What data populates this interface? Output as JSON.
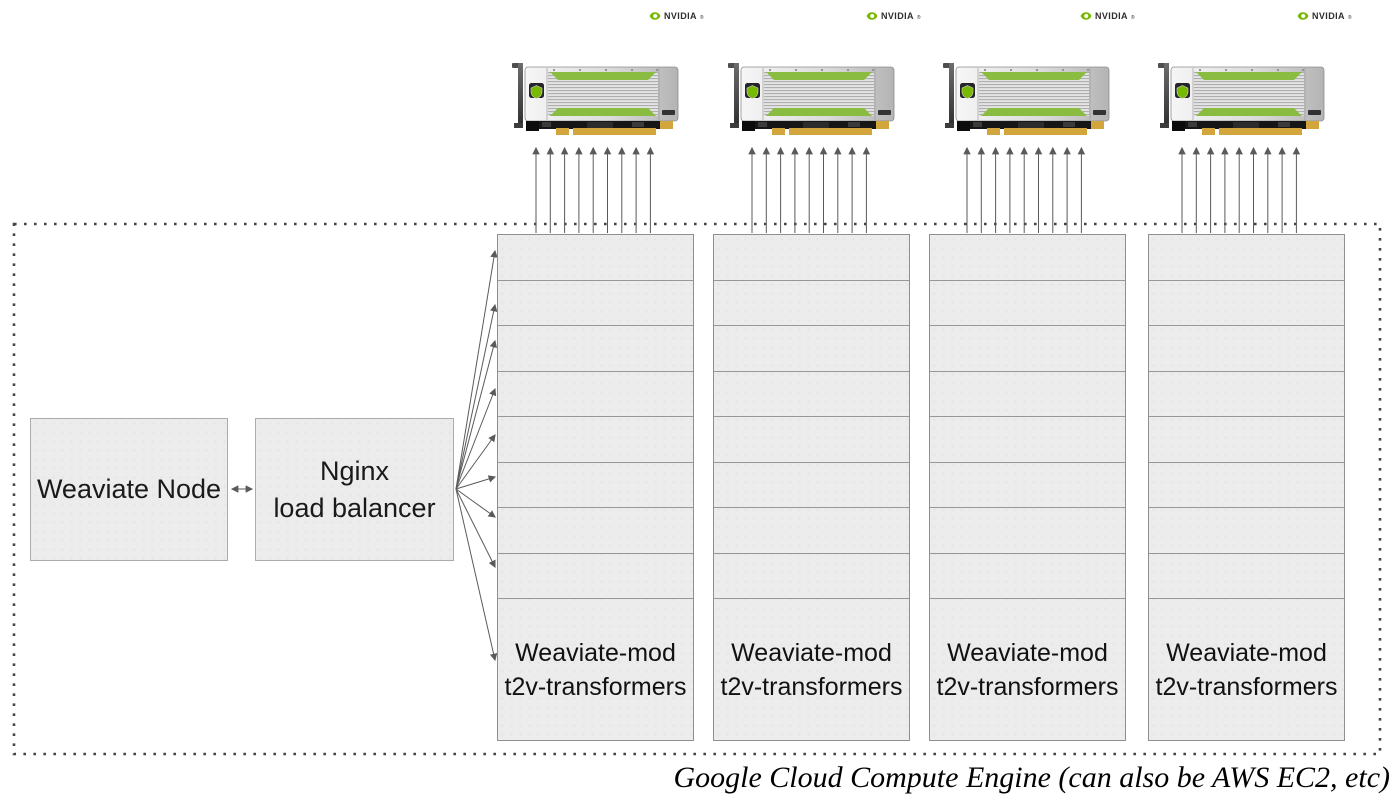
{
  "diagram": {
    "caption": "Google Cloud Compute Engine (can also be AWS EC2, etc)",
    "weaviate_node": {
      "label": "Weaviate Node"
    },
    "load_balancer": {
      "label_line1": "Nginx",
      "label_line2": "load balancer"
    },
    "transformer_columns": [
      {
        "label_line1": "Weaviate-mod",
        "label_line2": "t2v-transformers",
        "replica_cells": 8
      },
      {
        "label_line1": "Weaviate-mod",
        "label_line2": "t2v-transformers",
        "replica_cells": 8
      },
      {
        "label_line1": "Weaviate-mod",
        "label_line2": "t2v-transformers",
        "replica_cells": 8
      },
      {
        "label_line1": "Weaviate-mod",
        "label_line2": "t2v-transformers",
        "replica_cells": 8
      }
    ],
    "gpus": [
      {
        "brand": "NVIDIA"
      },
      {
        "brand": "NVIDIA"
      },
      {
        "brand": "NVIDIA"
      },
      {
        "brand": "NVIDIA"
      }
    ],
    "logo_reg_mark": "®",
    "connections": {
      "weaviate_to_lb": "bidirectional",
      "lb_fanout_arrows": 9,
      "gpu_arrows_per_column": 9
    },
    "colors": {
      "nvidia_green": "#76b900",
      "box_fill": "#ececec",
      "box_border": "#ababab",
      "column_border": "#8f8f8f",
      "arrow": "#5a5a5a",
      "dotted_border": "#454545",
      "gpu_gold": "#d2a63d"
    }
  }
}
